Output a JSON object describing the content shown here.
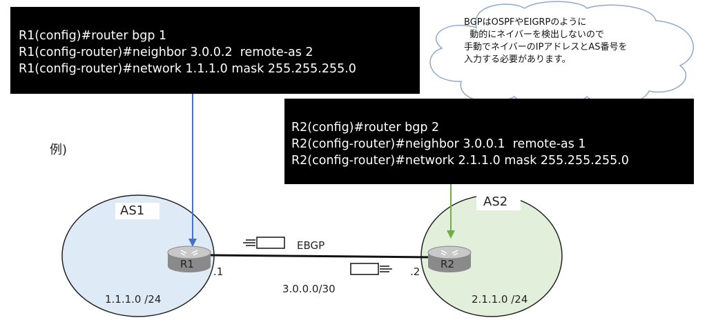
{
  "r1_config": {
    "lines": [
      "R1(config)#router bgp 1",
      "R1(config-router)#neighbor 3.0.0.2  remote-as 2",
      "R1(config-router)#network 1.1.1.0 mask 255.255.255.0"
    ]
  },
  "r2_config": {
    "lines": [
      "R2(config)#router bgp 2",
      "R2(config-router)#neighbor 3.0.0.1  remote-as 1",
      "R2(config-router)#network 2.1.1.0 mask 255.255.255.0"
    ]
  },
  "note": {
    "lines": [
      "BGPはOSPFやEIGRPのように",
      "  動的にネイバーを検出しないので",
      "手動でネイバーのIPアドレスとAS番号を",
      "入力する必要があります。"
    ]
  },
  "example_label": "例)",
  "as1": {
    "label": "AS1",
    "network": "1.1.1.0 /24",
    "router": "R1",
    "interface": ".1"
  },
  "as2": {
    "label": "AS2",
    "network": "2.1.1.0 /24",
    "router": "R2",
    "interface": ".2"
  },
  "link": {
    "protocol": "EBGP",
    "subnet": "3.0.0.0/30"
  },
  "colors": {
    "as1_fill": "#deebf7",
    "as2_fill": "#e2efda",
    "arrow_r1": "#4472c4",
    "arrow_r2": "#70ad47"
  }
}
